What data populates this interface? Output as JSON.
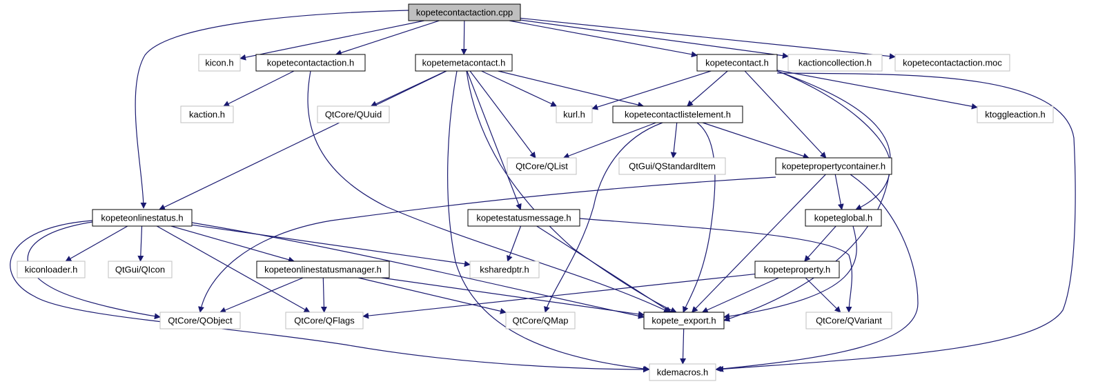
{
  "title": "kopetecontactaction.cpp include dependency graph",
  "colors": {
    "edge": "#191970",
    "root_fill": "#bfbfbf",
    "root_border": "#000000",
    "documented_border": "#000000",
    "undocumented_border": "#bfbfbf",
    "node_fill": "#ffffff"
  },
  "nodes": [
    {
      "id": "root",
      "label": "kopetecontactaction.cpp",
      "kind": "root"
    },
    {
      "id": "kicon",
      "label": "kicon.h",
      "kind": "external"
    },
    {
      "id": "kcah",
      "label": "kopetecontactaction.h",
      "kind": "documented"
    },
    {
      "id": "kmc",
      "label": "kopetemetacontact.h",
      "kind": "documented"
    },
    {
      "id": "kc",
      "label": "kopetecontact.h",
      "kind": "documented"
    },
    {
      "id": "kacoll",
      "label": "kactioncollection.h",
      "kind": "external"
    },
    {
      "id": "kcamoc",
      "label": "kopetecontactaction.moc",
      "kind": "external"
    },
    {
      "id": "kaction",
      "label": "kaction.h",
      "kind": "external"
    },
    {
      "id": "quuid",
      "label": "QtCore/QUuid",
      "kind": "external"
    },
    {
      "id": "kurl",
      "label": "kurl.h",
      "kind": "external"
    },
    {
      "id": "kcle",
      "label": "kopetecontactlistelement.h",
      "kind": "documented"
    },
    {
      "id": "ktoggle",
      "label": "ktoggleaction.h",
      "kind": "external"
    },
    {
      "id": "qlist",
      "label": "QtCore/QList",
      "kind": "external"
    },
    {
      "id": "qstditem",
      "label": "QtGui/QStandardItem",
      "kind": "external"
    },
    {
      "id": "kpc",
      "label": "kopetepropertycontainer.h",
      "kind": "documented"
    },
    {
      "id": "kos",
      "label": "kopeteonlinestatus.h",
      "kind": "documented"
    },
    {
      "id": "ksm",
      "label": "kopetestatusmessage.h",
      "kind": "documented"
    },
    {
      "id": "kglobal",
      "label": "kopeteglobal.h",
      "kind": "documented"
    },
    {
      "id": "kiconloader",
      "label": "kiconloader.h",
      "kind": "external"
    },
    {
      "id": "qicon",
      "label": "QtGui/QIcon",
      "kind": "external"
    },
    {
      "id": "kosm",
      "label": "kopeteonlinestatusmanager.h",
      "kind": "documented"
    },
    {
      "id": "ksharedptr",
      "label": "ksharedptr.h",
      "kind": "external"
    },
    {
      "id": "kprop",
      "label": "kopeteproperty.h",
      "kind": "documented"
    },
    {
      "id": "qobject",
      "label": "QtCore/QObject",
      "kind": "external"
    },
    {
      "id": "qflags",
      "label": "QtCore/QFlags",
      "kind": "external"
    },
    {
      "id": "qmap",
      "label": "QtCore/QMap",
      "kind": "external"
    },
    {
      "id": "kexport",
      "label": "kopete_export.h",
      "kind": "documented"
    },
    {
      "id": "qvariant",
      "label": "QtCore/QVariant",
      "kind": "external"
    },
    {
      "id": "kdemacros",
      "label": "kdemacros.h",
      "kind": "external"
    }
  ],
  "edges": [
    [
      "root",
      "kos"
    ],
    [
      "root",
      "kicon"
    ],
    [
      "root",
      "kcah"
    ],
    [
      "root",
      "kmc"
    ],
    [
      "root",
      "kc"
    ],
    [
      "root",
      "kacoll"
    ],
    [
      "root",
      "kcamoc"
    ],
    [
      "kcah",
      "kaction"
    ],
    [
      "kcah",
      "kexport"
    ],
    [
      "kmc",
      "kos"
    ],
    [
      "kmc",
      "quuid"
    ],
    [
      "kmc",
      "kurl"
    ],
    [
      "kmc",
      "kcle"
    ],
    [
      "kmc",
      "qlist"
    ],
    [
      "kmc",
      "ksm"
    ],
    [
      "kmc",
      "kexport"
    ],
    [
      "kmc",
      "kdemacros"
    ],
    [
      "kc",
      "kurl"
    ],
    [
      "kc",
      "kcle"
    ],
    [
      "kc",
      "ktoggle"
    ],
    [
      "kc",
      "kpc"
    ],
    [
      "kc",
      "kglobal"
    ],
    [
      "kc",
      "kexport"
    ],
    [
      "kc",
      "kdemacros"
    ],
    [
      "kcle",
      "qlist"
    ],
    [
      "kcle",
      "qstditem"
    ],
    [
      "kcle",
      "kpc"
    ],
    [
      "kcle",
      "qmap"
    ],
    [
      "kcle",
      "kexport"
    ],
    [
      "kpc",
      "qobject"
    ],
    [
      "kpc",
      "kglobal"
    ],
    [
      "kpc",
      "kexport"
    ],
    [
      "kpc",
      "kdemacros"
    ],
    [
      "kos",
      "kiconloader"
    ],
    [
      "kos",
      "qicon"
    ],
    [
      "kos",
      "kosm"
    ],
    [
      "kos",
      "ksharedptr"
    ],
    [
      "kos",
      "qobject"
    ],
    [
      "kos",
      "qflags"
    ],
    [
      "kos",
      "kexport"
    ],
    [
      "kos",
      "kdemacros"
    ],
    [
      "ksm",
      "ksharedptr"
    ],
    [
      "ksm",
      "kexport"
    ],
    [
      "ksm",
      "qvariant"
    ],
    [
      "kglobal",
      "kprop"
    ],
    [
      "kglobal",
      "kexport"
    ],
    [
      "kosm",
      "qobject"
    ],
    [
      "kosm",
      "qflags"
    ],
    [
      "kosm",
      "qmap"
    ],
    [
      "kosm",
      "kexport"
    ],
    [
      "kprop",
      "qflags"
    ],
    [
      "kprop",
      "kexport"
    ],
    [
      "kprop",
      "qvariant"
    ],
    [
      "kexport",
      "kdemacros"
    ]
  ]
}
